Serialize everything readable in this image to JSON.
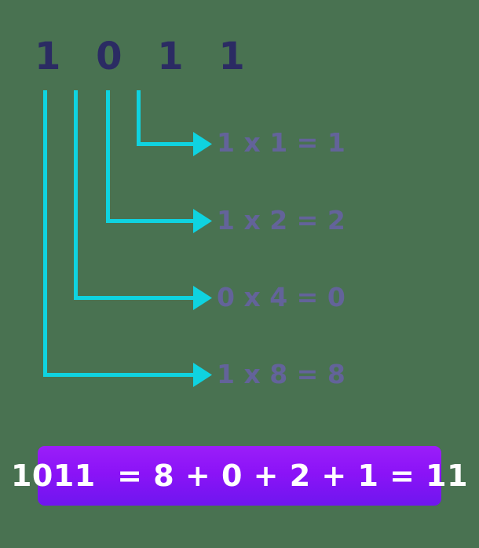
{
  "diagram": {
    "title_digits": "1 0 1 1",
    "background_color": "#497251",
    "digit_color": "#2b2b63",
    "connector_color": "#0fd3e0",
    "equation_color": "#63639a",
    "box_gradient_top": "#9b1ef9",
    "box_gradient_bottom": "#6f16ef",
    "box_text_color": "#ffffff"
  },
  "equations": [
    {
      "id": "eq1",
      "text": "1 x 1 = 1",
      "bit": "1",
      "weight": "1",
      "product": "1"
    },
    {
      "id": "eq2",
      "text": "1 x 2 = 2",
      "bit": "1",
      "weight": "2",
      "product": "2"
    },
    {
      "id": "eq3",
      "text": "0 x 4 = 0",
      "bit": "0",
      "weight": "4",
      "product": "0"
    },
    {
      "id": "eq4",
      "text": "1 x 8 = 8",
      "bit": "1",
      "weight": "8",
      "product": "8"
    }
  ],
  "result": {
    "text": "1011  = 8 + 0 + 2 + 1 = 11",
    "binary": "1011",
    "sum_terms": [
      "8",
      "0",
      "2",
      "1"
    ],
    "decimal": "11"
  }
}
